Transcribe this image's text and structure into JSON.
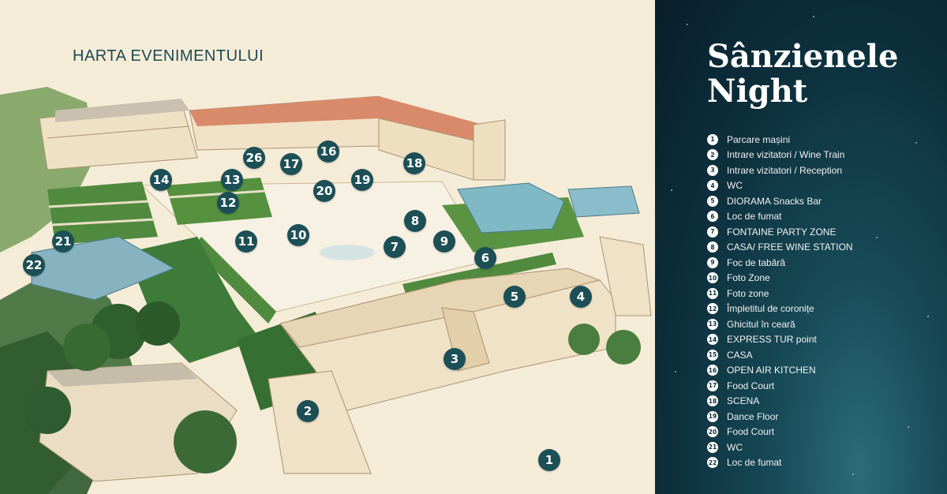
{
  "map": {
    "title": "HARTA EVENIMENTULUI",
    "markers": [
      {
        "num": "1"
      },
      {
        "num": "2"
      },
      {
        "num": "3"
      },
      {
        "num": "4"
      },
      {
        "num": "5"
      },
      {
        "num": "6"
      },
      {
        "num": "7"
      },
      {
        "num": "8"
      },
      {
        "num": "9"
      },
      {
        "num": "10"
      },
      {
        "num": "11"
      },
      {
        "num": "12"
      },
      {
        "num": "13"
      },
      {
        "num": "14"
      },
      {
        "num": "16"
      },
      {
        "num": "17"
      },
      {
        "num": "18"
      },
      {
        "num": "19"
      },
      {
        "num": "20"
      },
      {
        "num": "21"
      },
      {
        "num": "22"
      },
      {
        "num": "26"
      }
    ]
  },
  "panel": {
    "title_line1": "Sânzienele",
    "title_line2": "Night",
    "background_color": "#0d2f3c",
    "legend": [
      {
        "num": "1",
        "label": "Parcare mașini"
      },
      {
        "num": "2",
        "label": "Intrare vizitatori / Wine Train"
      },
      {
        "num": "3",
        "label": "Intrare vizitatori / Reception"
      },
      {
        "num": "4",
        "label": "WC"
      },
      {
        "num": "5",
        "label": "DIORAMA Snacks Bar"
      },
      {
        "num": "6",
        "label": "Loc de fumat"
      },
      {
        "num": "7",
        "label": "FONTAINE PARTY ZONE"
      },
      {
        "num": "8",
        "label": "CASA/ FREE WINE STATION"
      },
      {
        "num": "9",
        "label": "Foc de tabără"
      },
      {
        "num": "10",
        "label": "Foto Zone"
      },
      {
        "num": "11",
        "label": "Foto zone"
      },
      {
        "num": "12",
        "label": "Împletitul de coronițe"
      },
      {
        "num": "13",
        "label": "Ghicitul în ceară"
      },
      {
        "num": "14",
        "label": "EXPRESS TUR point"
      },
      {
        "num": "15",
        "label": "CASA"
      },
      {
        "num": "16",
        "label": "OPEN AIR KITCHEN"
      },
      {
        "num": "17",
        "label": "Food Court"
      },
      {
        "num": "18",
        "label": "SCENA"
      },
      {
        "num": "19",
        "label": "Dance Floor"
      },
      {
        "num": "20",
        "label": "Food Court"
      },
      {
        "num": "21",
        "label": "WC"
      },
      {
        "num": "22",
        "label": "Loc de fumat"
      }
    ]
  },
  "colors": {
    "marker": "#1c4f56",
    "grass": "#4f8a3e",
    "roof": "#d98a6a",
    "building": "#f1e2c7",
    "water": "#7fb9c6"
  }
}
